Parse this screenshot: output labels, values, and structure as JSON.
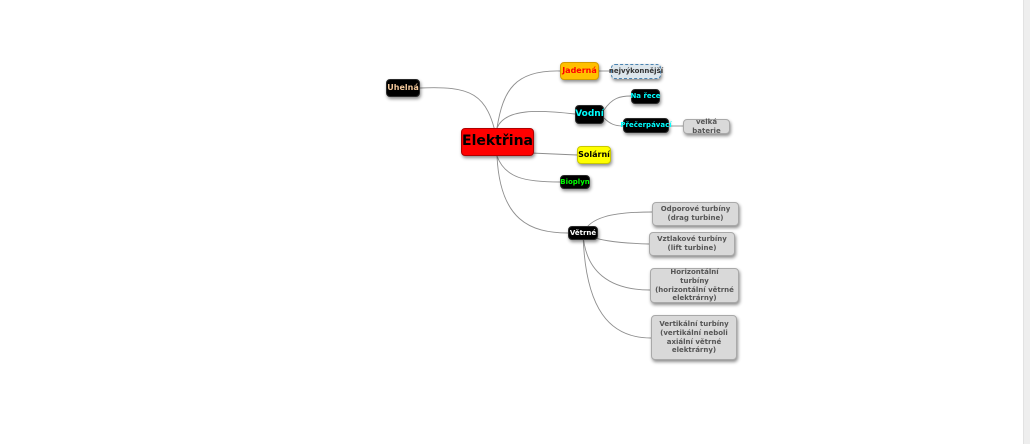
{
  "colors": {
    "center_fill": "#ff0000",
    "jaderna_fill": "#ffc000",
    "jaderna_text": "#ff0000",
    "solarni_fill": "#ffff00",
    "vodni_text": "#00ffff",
    "biopl_text": "#00ff00",
    "uhelna_text": "#f2c79a",
    "dark_fill": "#000000",
    "grey_fill": "#d9d9d9",
    "grey_text": "#555555",
    "link": "#8e8e8e"
  },
  "mindmap": {
    "center": "Elektřina",
    "uhelna": "Uhelná",
    "jaderna": "Jaderná",
    "jaderna_note": "nejvýkonnější",
    "vodni": "Vodní",
    "na_rece": "Na řece",
    "precerpavaci": "Přečerpávací",
    "velka_baterie": "velká baterie",
    "solarni": "Solární",
    "bioplyn": "Bioplyn",
    "vetrne": "Větrné",
    "odporove": "Odporové turbíny (drag turbine)",
    "vztlakove": "Vztlakové turbíny (lift turbine)",
    "horizontalni": "Horizontální turbíny (horizontální větrné elektrárny)",
    "vertikalni": "Vertikální turbíny (vertikální neboli axiální větrné elektrárny)"
  }
}
